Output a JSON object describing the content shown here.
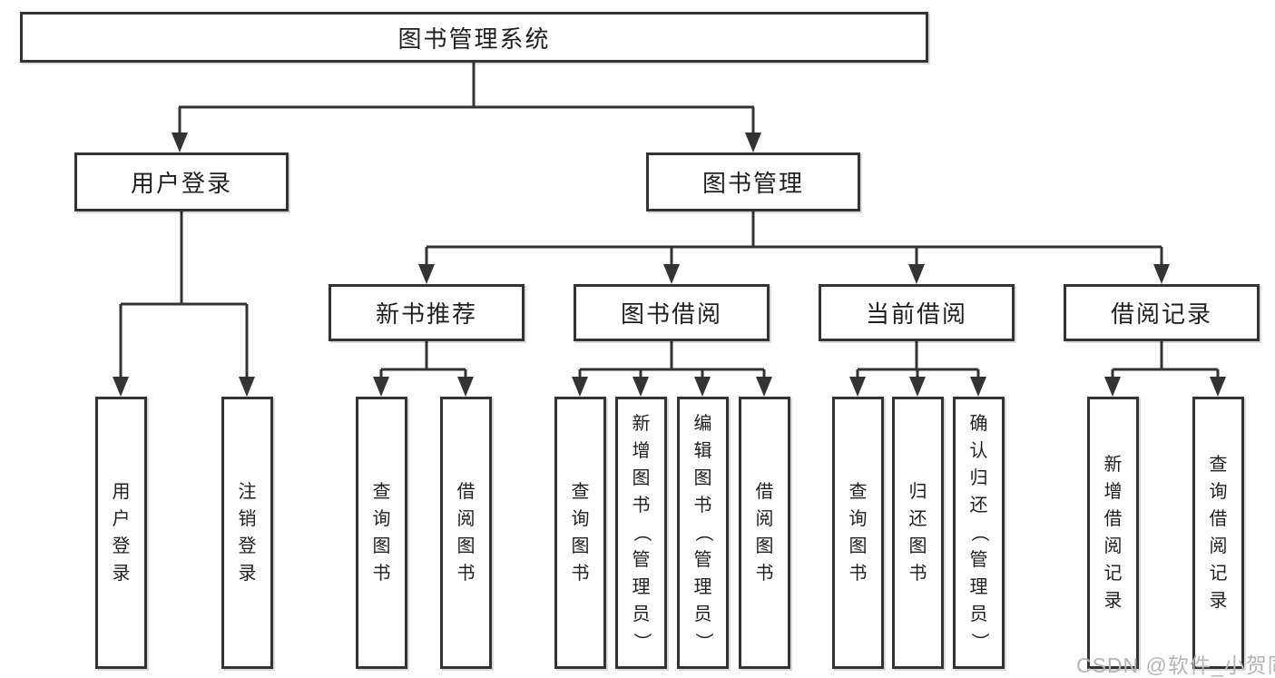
{
  "tree": {
    "root": {
      "label": "图书管理系统"
    },
    "branches": [
      {
        "label": "用户登录",
        "children": [
          {
            "label": "用户登录"
          },
          {
            "label": "注销登录"
          }
        ]
      },
      {
        "label": "图书管理",
        "children": [
          {
            "label": "新书推荐",
            "children": [
              {
                "label": "查询图书"
              },
              {
                "label": "借阅图书"
              }
            ]
          },
          {
            "label": "图书借阅",
            "children": [
              {
                "label": "查询图书"
              },
              {
                "label": "新增图书（管理员）"
              },
              {
                "label": "编辑图书（管理员）"
              },
              {
                "label": "借阅图书"
              }
            ]
          },
          {
            "label": "当前借阅",
            "children": [
              {
                "label": "查询图书"
              },
              {
                "label": "归还图书"
              },
              {
                "label": "确认归还（管理员）"
              }
            ]
          },
          {
            "label": "借阅记录",
            "children": [
              {
                "label": "新增借阅记录"
              },
              {
                "label": "查询借阅记录"
              }
            ]
          }
        ]
      }
    ]
  },
  "watermark": "CSDN @软件_小贺同学",
  "colors": {
    "line": "#333333",
    "box_border": "#333333",
    "box_fill": "#ffffff",
    "text": "#1f1f1f",
    "watermark": "#b5b5b5",
    "background": "#ffffff"
  }
}
